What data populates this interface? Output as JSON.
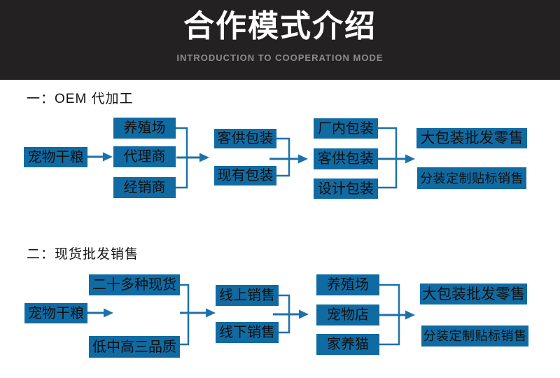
{
  "header": {
    "title": "合作模式介绍",
    "subtitle": "INTRODUCTION TO COOPERATION MODE"
  },
  "sections": [
    {
      "heading": "一：OEM 代加工",
      "cols": [
        [
          "宠物干粮"
        ],
        [
          "养殖场",
          "代理商",
          "经销商"
        ],
        [
          "客供包装",
          "现有包装"
        ],
        [
          "厂内包装",
          "客供包装",
          "设计包装"
        ],
        [
          "大包装批发零售",
          "分装定制贴标销售"
        ]
      ]
    },
    {
      "heading": "二：现货批发销售",
      "cols": [
        [
          "宠物干粮"
        ],
        [
          "二十多种现货",
          "低中高三品质"
        ],
        [
          "线上销售",
          "线下销售"
        ],
        [
          "养殖场",
          "宠物店",
          "家养猫"
        ],
        [
          "大包装批发零售",
          "分装定制贴标销售"
        ]
      ]
    }
  ],
  "colors": {
    "banner_background": "#232121",
    "title_white": "#ffffff",
    "subtitle_gray": "#8d8d8d",
    "node_blue": "#116ba3",
    "connector_blue": "#1d71a9",
    "node_text": "#101010"
  }
}
